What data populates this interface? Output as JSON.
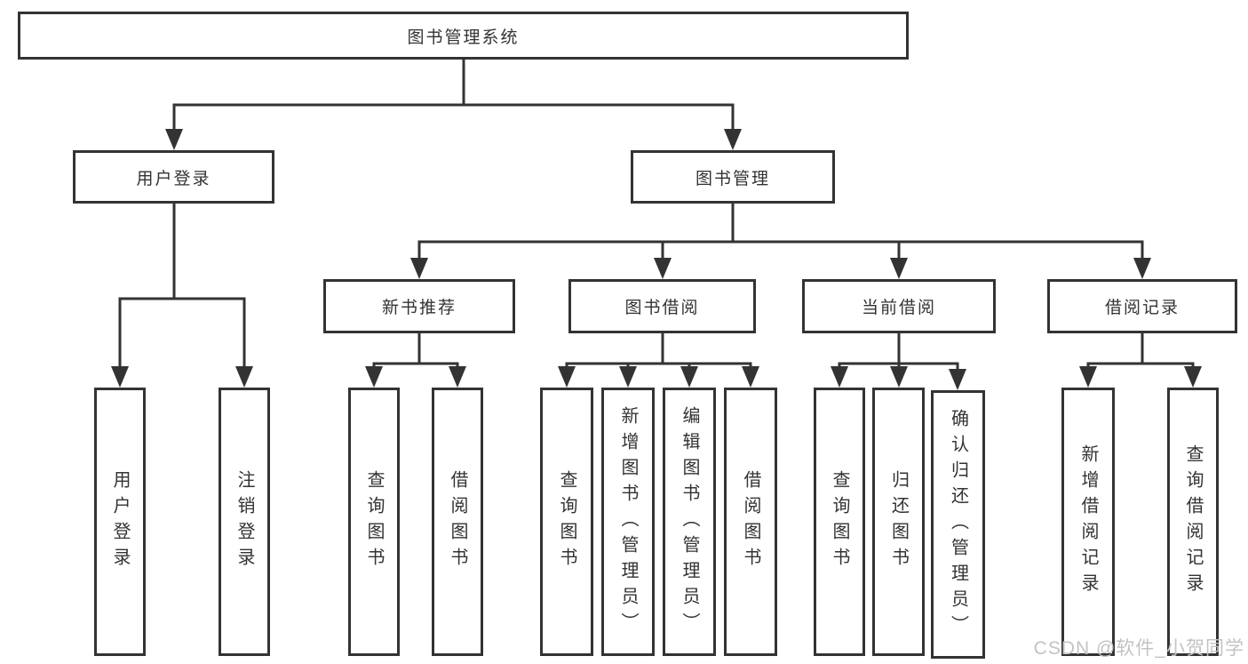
{
  "tree": {
    "label": "图书管理系统",
    "children": [
      {
        "label": "用户登录",
        "children": [
          {
            "label": "用户登录"
          },
          {
            "label": "注销登录"
          }
        ]
      },
      {
        "label": "图书管理",
        "children": [
          {
            "label": "新书推荐",
            "children": [
              {
                "label": "查询图书"
              },
              {
                "label": "借阅图书"
              }
            ]
          },
          {
            "label": "图书借阅",
            "children": [
              {
                "label": "查询图书"
              },
              {
                "label": "新增图书（管理员）"
              },
              {
                "label": "编辑图书（管理员）"
              },
              {
                "label": "借阅图书"
              }
            ]
          },
          {
            "label": "当前借阅",
            "children": [
              {
                "label": "查询图书"
              },
              {
                "label": "归还图书"
              },
              {
                "label": "确认归还（管理员）"
              }
            ]
          },
          {
            "label": "借阅记录",
            "children": [
              {
                "label": "新增借阅记录"
              },
              {
                "label": "查询借阅记录"
              }
            ]
          }
        ]
      }
    ]
  },
  "watermark": {
    "text": "CSDN @软件_小贺同学"
  },
  "colors": {
    "stroke": "#333333",
    "background": "#ffffff",
    "watermark": "#c3c3c3"
  }
}
